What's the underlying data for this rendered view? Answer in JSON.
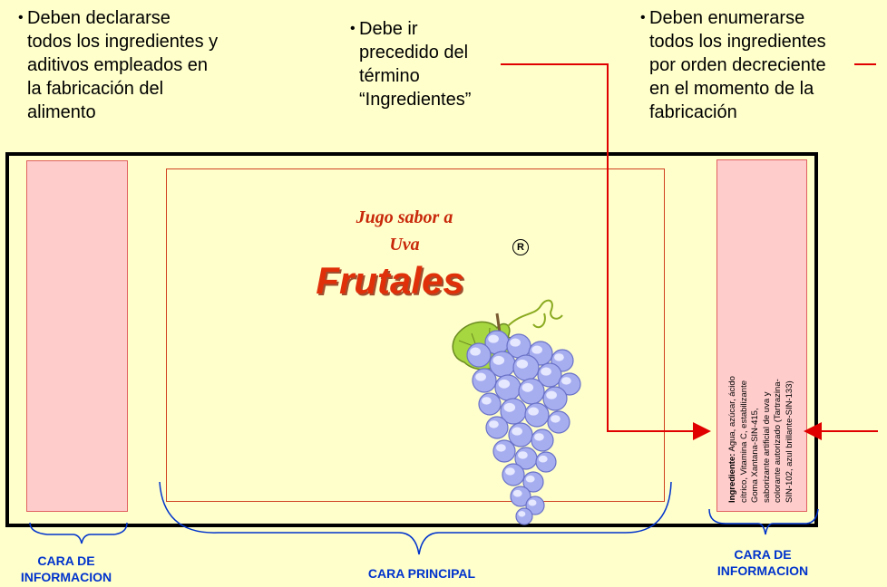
{
  "notes": {
    "note1": [
      "Deben declararse",
      "todos los ingredientes y",
      "aditivos empleados en",
      "la fabricación del",
      "alimento"
    ],
    "note2": [
      "Debe ir",
      "precedido del",
      "término",
      "“Ingredientes”"
    ],
    "note3": [
      "Deben enumerarse",
      "todos los ingredientes",
      "por orden decreciente",
      "en el momento de la",
      "fabricación"
    ]
  },
  "product": {
    "subtitle_line1": "Jugo sabor a",
    "subtitle_line2": "Uva",
    "brand": "Frutales",
    "registered": "R"
  },
  "ingredients": {
    "heading": "Ingrediente:",
    "lines": [
      " Agua, azúcar, ácido",
      "cítrico, Vitamina C, estabilizante",
      "Goma Xantana-SIN-415,",
      "saborizante artificial de uva y",
      "colorante autorizado (Tartrazina-",
      "SIN-102, azul brillante-SIN-133)"
    ]
  },
  "labels": {
    "left": [
      "CARA DE",
      "INFORMACION"
    ],
    "center": "CARA PRINCIPAL",
    "right": [
      "CARA DE",
      "INFORMACION"
    ]
  },
  "colors": {
    "background": "#FFFFCC",
    "panel": "#FFCCCC",
    "arrow": "#E00000",
    "brace": "#0033CC",
    "brand": "#E0300A"
  }
}
